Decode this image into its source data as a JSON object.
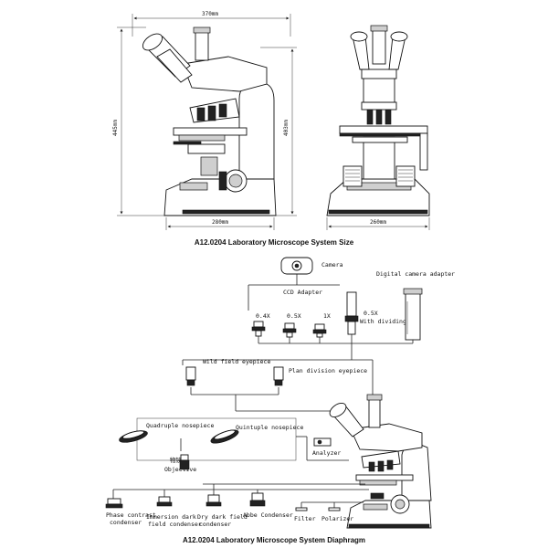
{
  "size_diagram": {
    "width_label": "370mm",
    "height_total_label": "445mm",
    "height_right_label": "403mm",
    "base_width_label": "280mm",
    "side_width_label": "260mm",
    "caption": "A12.0204 Laboratory  Microscope System Size"
  },
  "system_diagram": {
    "camera_label": "Camera",
    "digital_adapter_label": "Digital camera adapter",
    "ccd_adapter_label": "CCD Adapter",
    "adapters": [
      {
        "label": "0.4X"
      },
      {
        "label": "0.5X"
      },
      {
        "label": "1X"
      },
      {
        "label": "0.5X",
        "sublabel": "With dividing"
      }
    ],
    "wild_field_label": "Wild field eyepiece",
    "plan_division_label": "Plan division eyepiece",
    "quadruple_label": "Quadruple nosepiece",
    "quintuple_label": "Quintuple nosepiece",
    "objective_cn_label": "物镜",
    "objective_label": "Objective",
    "analyzer_label": "Analyzer",
    "condensers": [
      {
        "line1": "Phase contrast",
        "line2": "condenser"
      },
      {
        "line1": "Immersion dark",
        "line2": "field condenser"
      },
      {
        "line1": "Dry dark field",
        "line2": "condenser"
      },
      {
        "line1": "Abbe Condenser",
        "line2": ""
      }
    ],
    "filter_label": "Filter",
    "polarizer_label": "Polarizer",
    "caption": "A12.0204 Laboratory  Microscope System Diaphragm"
  }
}
